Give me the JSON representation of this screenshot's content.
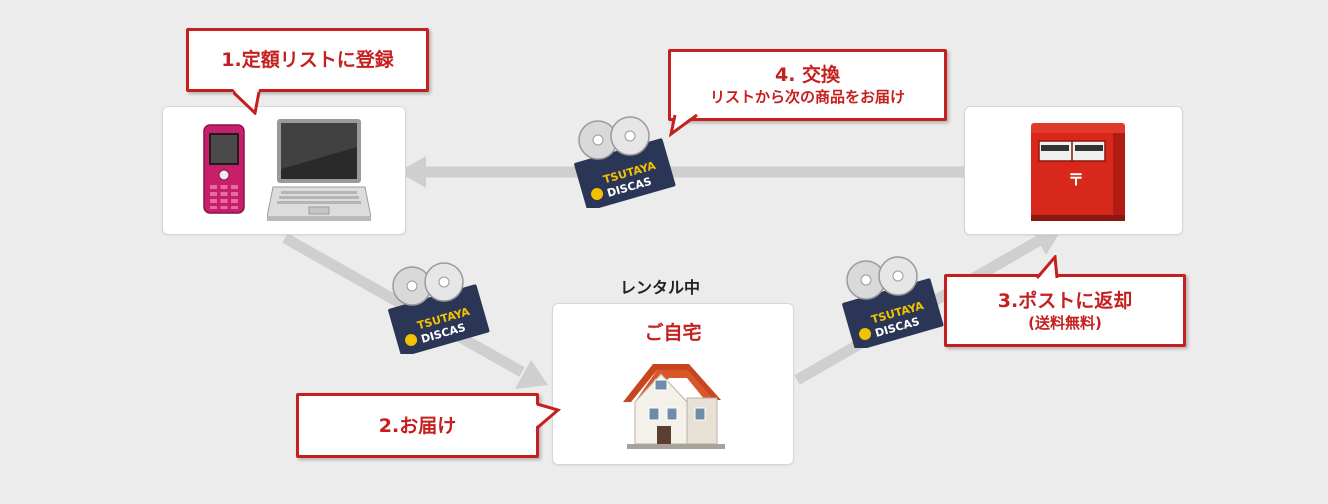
{
  "callouts": {
    "step1": {
      "label": "1.定額リストに登録"
    },
    "step2": {
      "label": "2.お届け"
    },
    "step3": {
      "label": "3.ポストに返却",
      "sub": "(送料無料)"
    },
    "step4": {
      "label": "4. 交換",
      "sub": "リストから次の商品をお届け"
    }
  },
  "home": {
    "title": "ご自宅",
    "status": "レンタル中"
  },
  "package": {
    "brand_top": "TSUTAYA",
    "brand_bottom": "DISCAS"
  },
  "colors": {
    "accent_red": "#c5201f",
    "package_navy": "#2b3556",
    "brand_yellow": "#f2c200",
    "arrow_gray": "#cfcfcf",
    "background": "#ececec"
  },
  "icons": {
    "devices": [
      "mobile-phone-icon",
      "laptop-icon"
    ],
    "home": "house-icon",
    "post": "mailbox-icon",
    "package": "dvd-package-icon"
  }
}
